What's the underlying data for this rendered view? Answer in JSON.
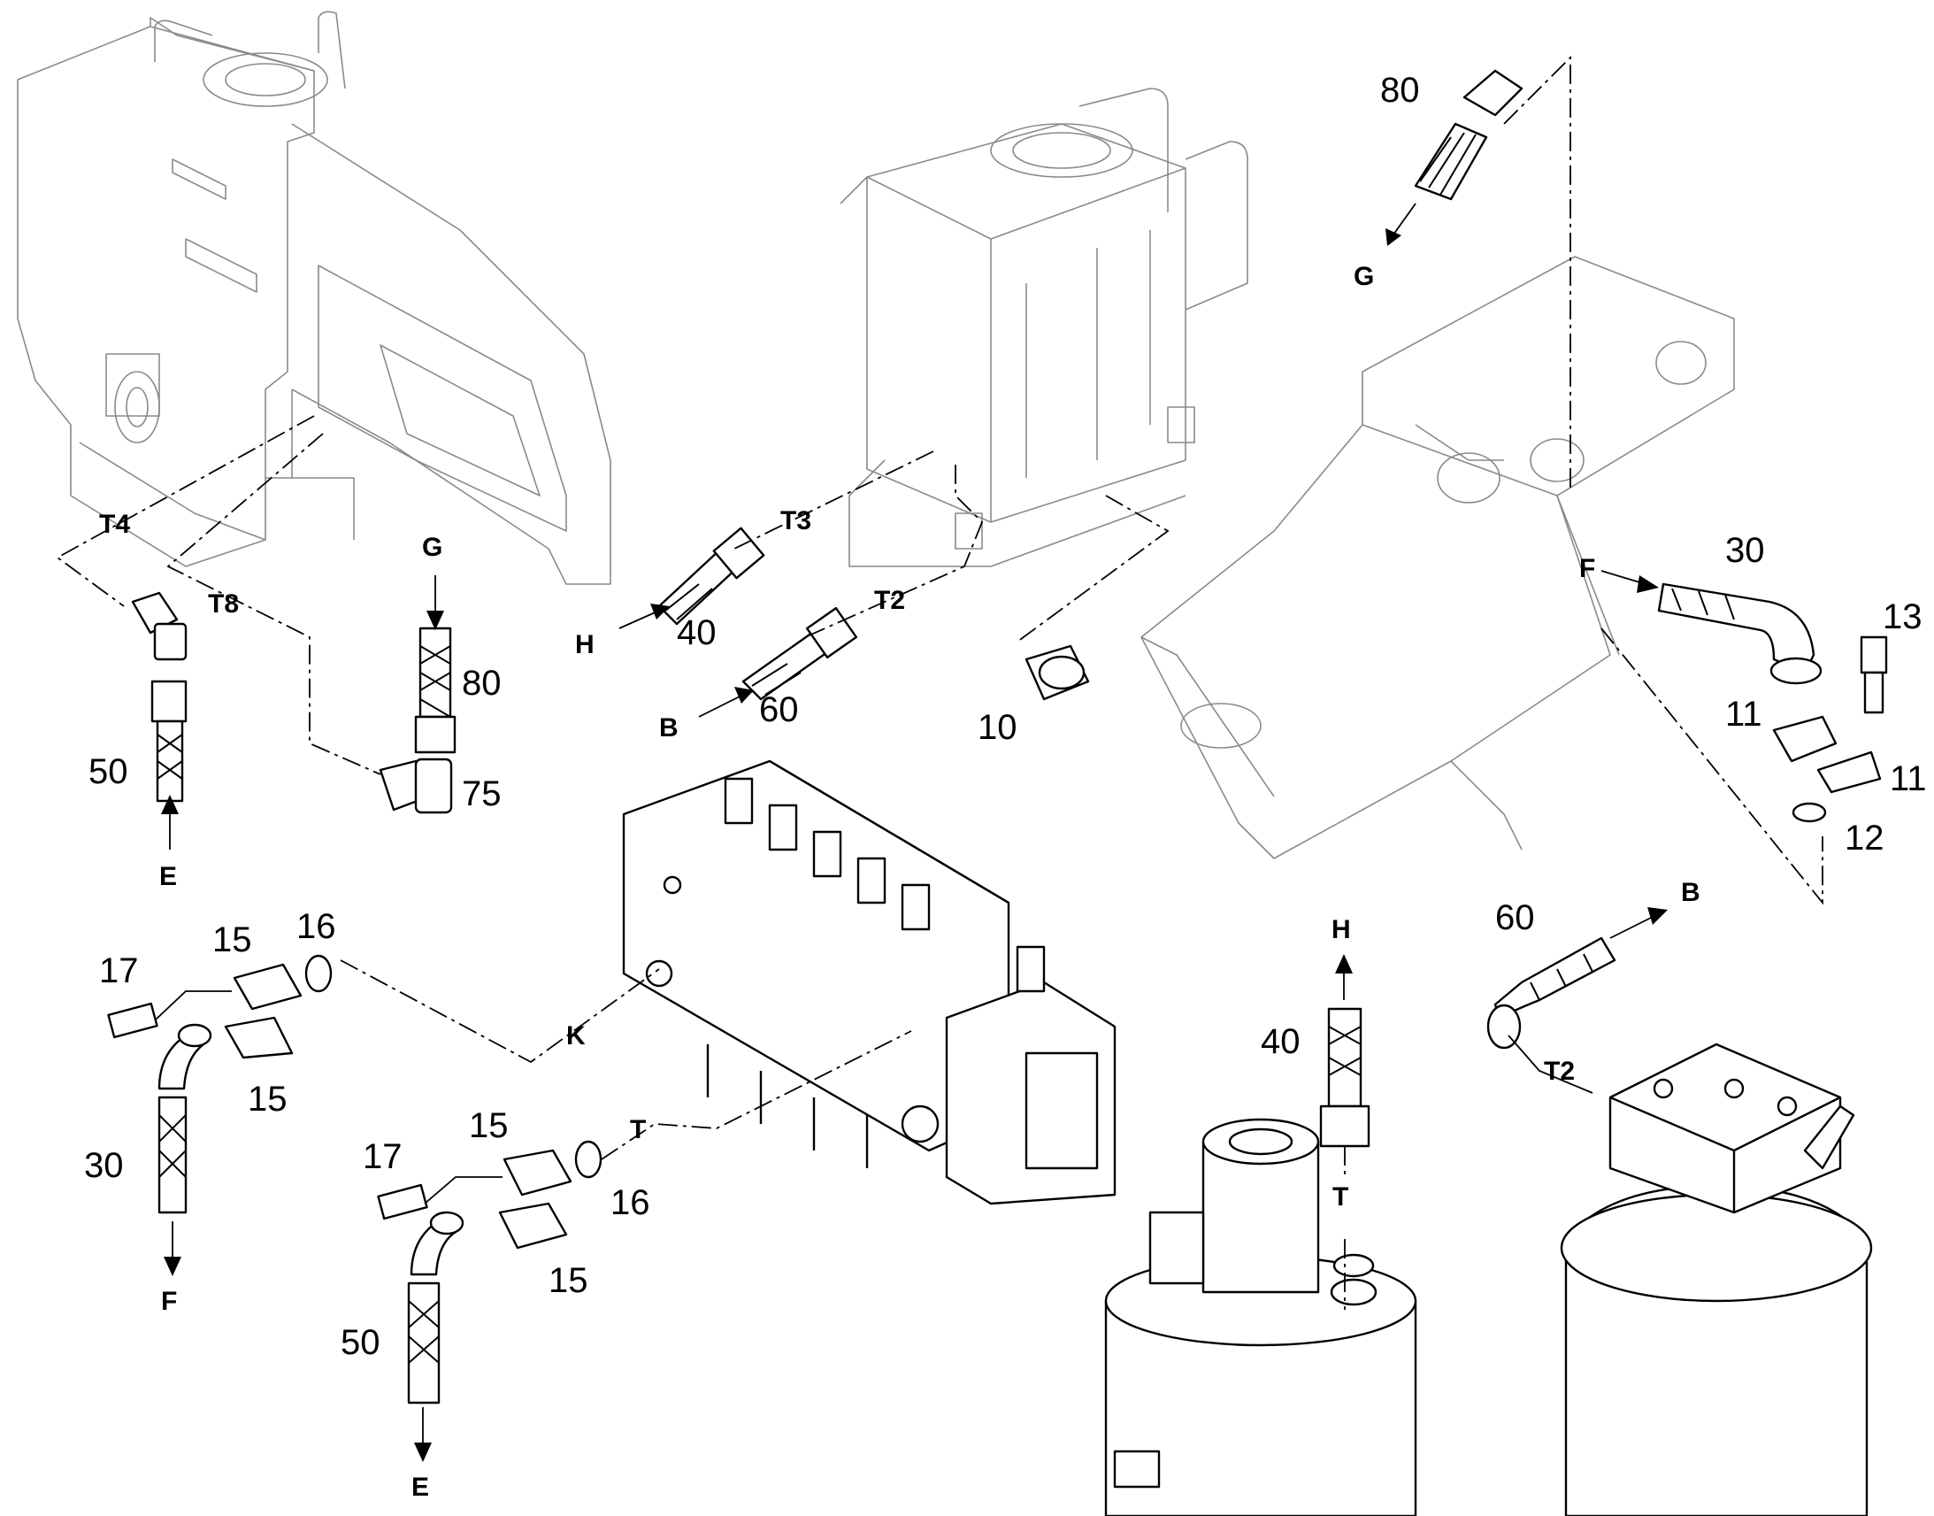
{
  "part_numbers": {
    "p80_top": "80",
    "p80_mid": "80",
    "p30_right": "30",
    "p13": "13",
    "p11_a": "11",
    "p11_b": "11",
    "p12": "12",
    "p40_top": "40",
    "p60_top": "60",
    "p10": "10",
    "p75": "75",
    "p50_left": "50",
    "p17_a": "17",
    "p15_a": "15",
    "p16_a": "16",
    "p15_b": "15",
    "p30_left": "30",
    "p15_c": "15",
    "p17_b": "17",
    "p16_b": "16",
    "p15_d": "15",
    "p50_bottom": "50",
    "p40_bottom": "40",
    "p60_bottom": "60"
  },
  "port_labels": {
    "T4": "T4",
    "T8": "T8",
    "T3": "T3",
    "T2_top": "T2",
    "T2_bottom": "T2",
    "G_top": "G",
    "G_mid": "G",
    "H_top": "H",
    "H_bottom": "H",
    "B_top": "B",
    "B_bottom": "B",
    "E_left": "E",
    "E_bottom": "E",
    "F_right": "F",
    "F_left": "F",
    "K": "K",
    "T_valve": "T",
    "T_motor": "T"
  }
}
